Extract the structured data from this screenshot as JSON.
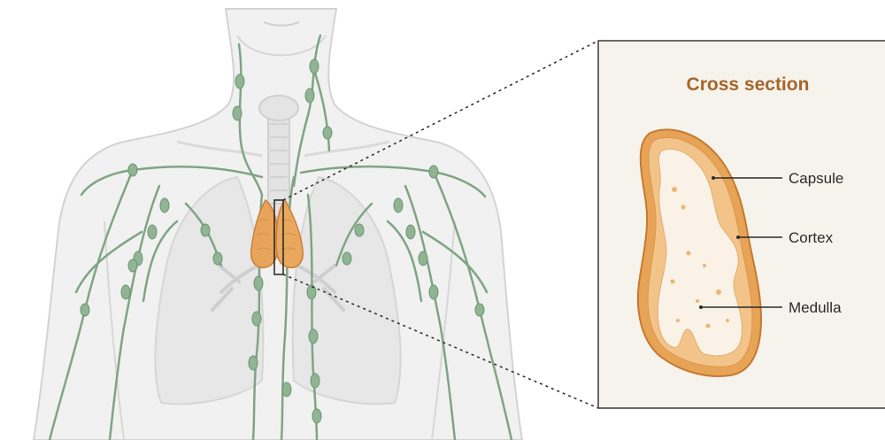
{
  "inset": {
    "title": "Cross section",
    "labels": {
      "capsule": "Capsule",
      "cortex": "Cortex",
      "medulla": "Medulla"
    }
  },
  "colors": {
    "lymph": "#7fa584",
    "node": "#8fb593",
    "thymus": "#e8a45a",
    "thymus_outline": "#c9803a",
    "inset_bg": "#f6f3ec",
    "inset_title": "#a8642a",
    "body_fill": "#f1f1f1",
    "body_stroke": "#d3d3d3"
  },
  "icons": [
    "human-torso-figure",
    "thymus-gland",
    "lymph-vessel-network",
    "lungs",
    "trachea"
  ]
}
